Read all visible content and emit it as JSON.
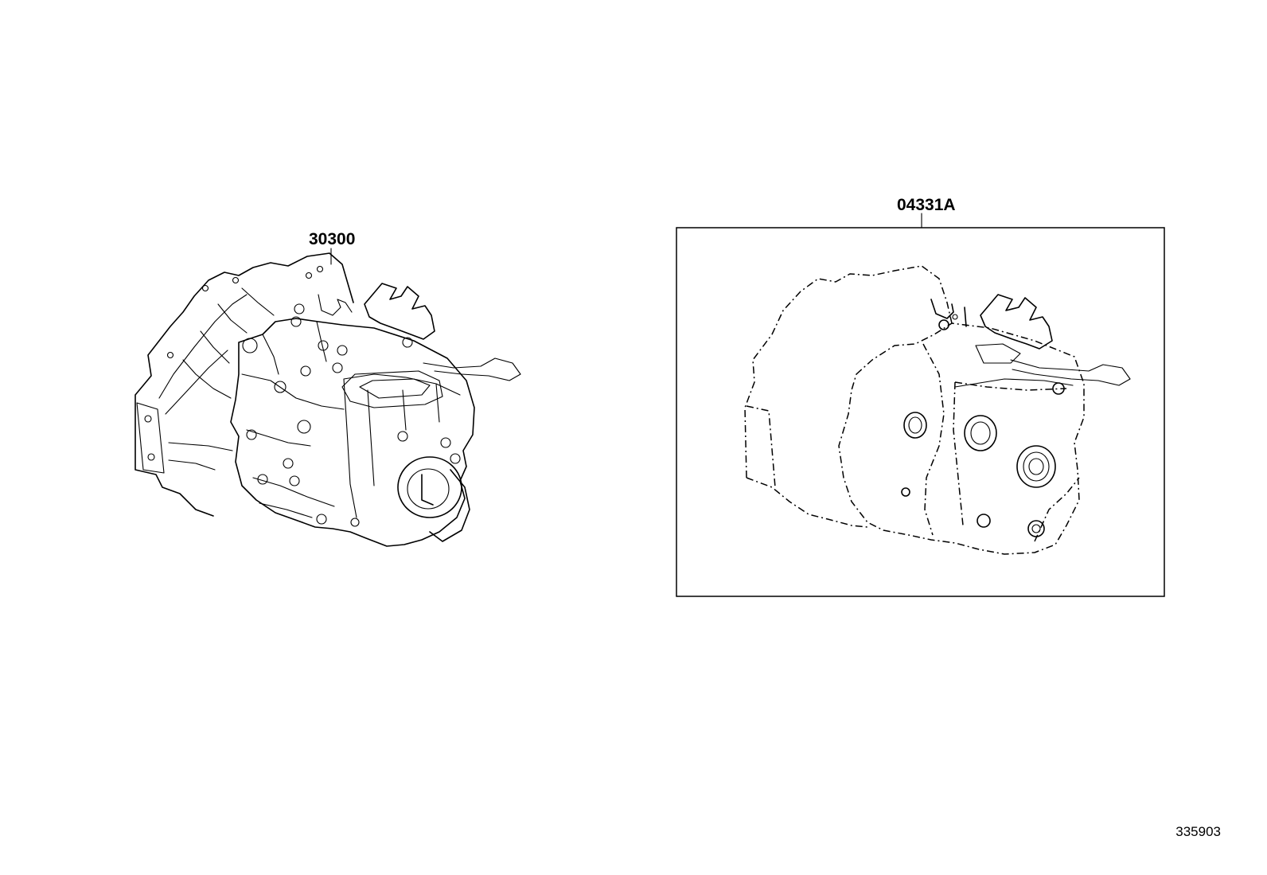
{
  "parts": [
    {
      "id": "transaxle-assembly",
      "number": "30300"
    },
    {
      "id": "transaxle-overhaul-kit",
      "number": "04331A"
    }
  ],
  "drawing_number": "335903"
}
